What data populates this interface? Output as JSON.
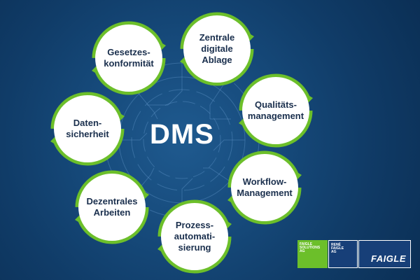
{
  "diagram": {
    "center": "DMS",
    "nodes": [
      {
        "id": "zentrale",
        "label": "Zentrale\ndigitale\nAblage"
      },
      {
        "id": "qualitaet",
        "label": "Qualitäts-\nmanagement"
      },
      {
        "id": "workflow",
        "label": "Workflow-\nManagement"
      },
      {
        "id": "prozess",
        "label": "Prozess-\nautomati-\nsierung"
      },
      {
        "id": "dezentral",
        "label": "Dezentrales\nArbeiten"
      },
      {
        "id": "datensicherheit",
        "label": "Daten-\nsicherheit"
      },
      {
        "id": "gesetz",
        "label": "Gesetzes-\nkonformität"
      }
    ]
  },
  "logos": {
    "solutions": "FAIGLE\nSOLUTIONS\nAG",
    "rene": "RENÉ\nFAIGLE\nAG",
    "main": "FAIGLE"
  },
  "colors": {
    "background": "#103c68",
    "ring_green": "#6cbf2a",
    "circle_fill": "#ffffff",
    "node_text": "#1a2f4d",
    "logo_navy": "#173f78"
  }
}
